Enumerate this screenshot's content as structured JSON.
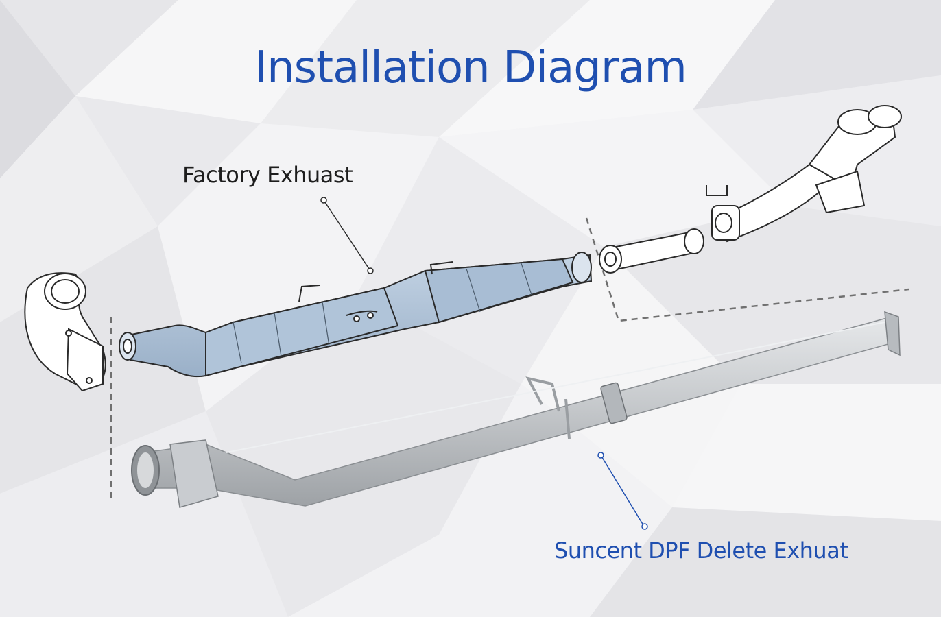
{
  "title": "Installation Diagram",
  "labels": {
    "factory": "Factory Exhuast",
    "delete": "Suncent DPF Delete Exhuat"
  },
  "colors": {
    "title": "#1f4fb0",
    "factory_part": "#a9bfd6",
    "delete_pipe": "#c4c7cb",
    "line_art": "#2a2a2a",
    "dashed_guide": "#707070"
  },
  "components": {
    "left_elbow": "turbo-downpipe-elbow-icon",
    "factory_exhaust": "factory-dpf-assembly-icon",
    "tailpipe": "tailpipe-with-tips-icon",
    "delete_pipe": "dpf-delete-pipe-icon"
  }
}
